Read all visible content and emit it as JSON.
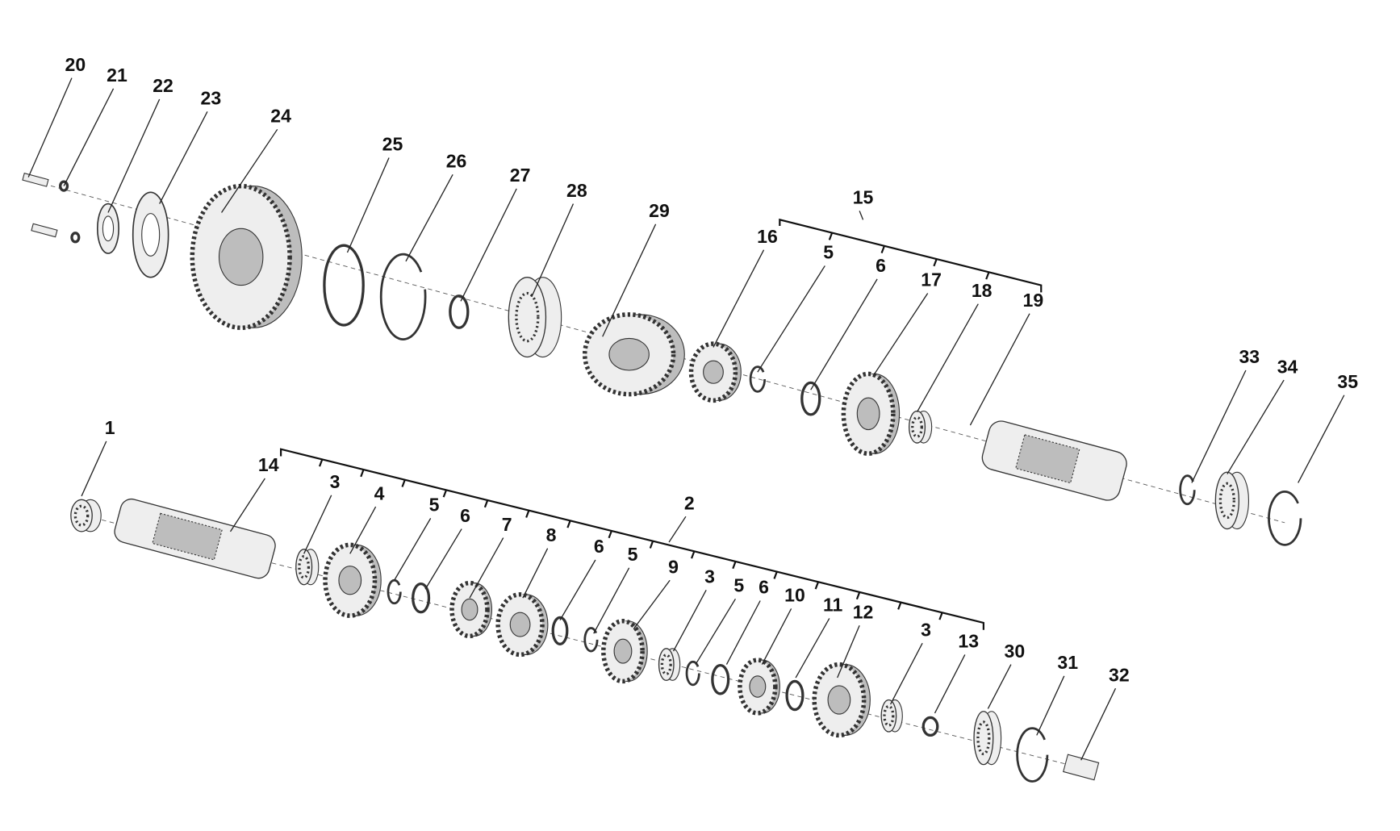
{
  "title": "Transmission gearbox exploded parts diagram",
  "labels": [
    "20",
    "21",
    "22",
    "23",
    "24",
    "25",
    "26",
    "27",
    "28",
    "29",
    "15",
    "16",
    "5",
    "6",
    "17",
    "18",
    "19",
    "33",
    "34",
    "35",
    "1",
    "14",
    "3",
    "4",
    "5",
    "6",
    "7",
    "2",
    "8",
    "6",
    "5",
    "9",
    "3",
    "5",
    "6",
    "10",
    "11",
    "12",
    "3",
    "13",
    "30",
    "31",
    "32"
  ],
  "colors": {
    "line": "#333333",
    "part_fill": "#eeeeee",
    "part_shade": "#bdbdbd"
  }
}
